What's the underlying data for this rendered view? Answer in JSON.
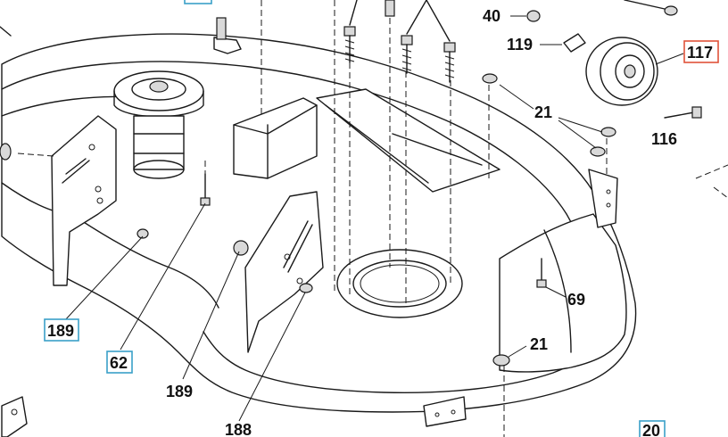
{
  "callouts": [
    {
      "id": "c40",
      "text": "40",
      "boxed": ""
    },
    {
      "id": "c119",
      "text": "119",
      "boxed": ""
    },
    {
      "id": "c117",
      "text": "117",
      "boxed": "red"
    },
    {
      "id": "c21a",
      "text": "21",
      "boxed": ""
    },
    {
      "id": "c116",
      "text": "116",
      "boxed": ""
    },
    {
      "id": "c69",
      "text": "69",
      "boxed": ""
    },
    {
      "id": "c21b",
      "text": "21",
      "boxed": ""
    },
    {
      "id": "c189a",
      "text": "189",
      "boxed": "blue"
    },
    {
      "id": "c62",
      "text": "62",
      "boxed": "blue"
    },
    {
      "id": "c189b",
      "text": "189",
      "boxed": ""
    },
    {
      "id": "c188",
      "text": "188",
      "boxed": ""
    },
    {
      "id": "c20",
      "text": "20",
      "boxed": "blue"
    }
  ],
  "colors": {
    "line": "#1a1a1a",
    "callout_box_blue": "#3aa0c8",
    "callout_box_red": "#e0533a",
    "background": "#ffffff"
  }
}
